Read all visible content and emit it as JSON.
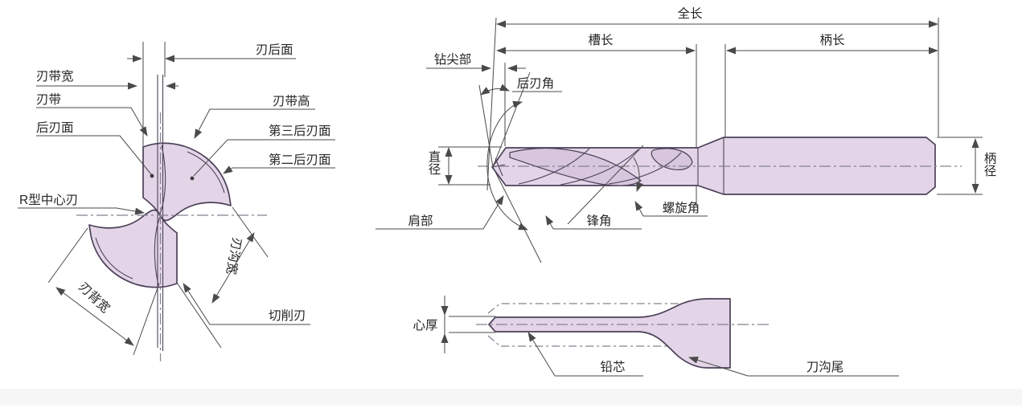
{
  "figure": {
    "title_implicit": "麻花钻各部位名称图解",
    "colors": {
      "bg": "#ffffff",
      "drill_fill": "#e3d5e7",
      "drill_fill_dark": "#d7c6de",
      "outline": "#4c4158",
      "dim": "#4a4a4a",
      "centerline": "#85818f",
      "text": "#262626",
      "footer": "#f6f6f7"
    }
  },
  "end_view": {
    "labels": {
      "edge_back_face": "刃后面",
      "margin_width": "刃带宽",
      "margin": "刃带",
      "flank_face": "后刃面",
      "margin_height": "刃带高",
      "third_flank_face": "第三后刃面",
      "second_flank_face": "第二后刃面",
      "r_center_edge": "R型中心刃",
      "flute_width": "刃沟宽",
      "land_width": "刃背宽",
      "cutting_edge": "切削刃"
    }
  },
  "side_view": {
    "labels": {
      "overall_length": "全长",
      "flute_length": "槽长",
      "shank_length": "柄长",
      "drill_point": "钻尖部",
      "relief_angle": "后刃角",
      "diameter": "直径",
      "shank_diameter": "柄径",
      "shoulder": "肩部",
      "point_angle": "锋角",
      "helix_angle": "螺旋角"
    }
  },
  "core_view": {
    "labels": {
      "web_thickness": "心厚",
      "core": "铅芯",
      "flute_tail": "刀沟尾"
    }
  }
}
